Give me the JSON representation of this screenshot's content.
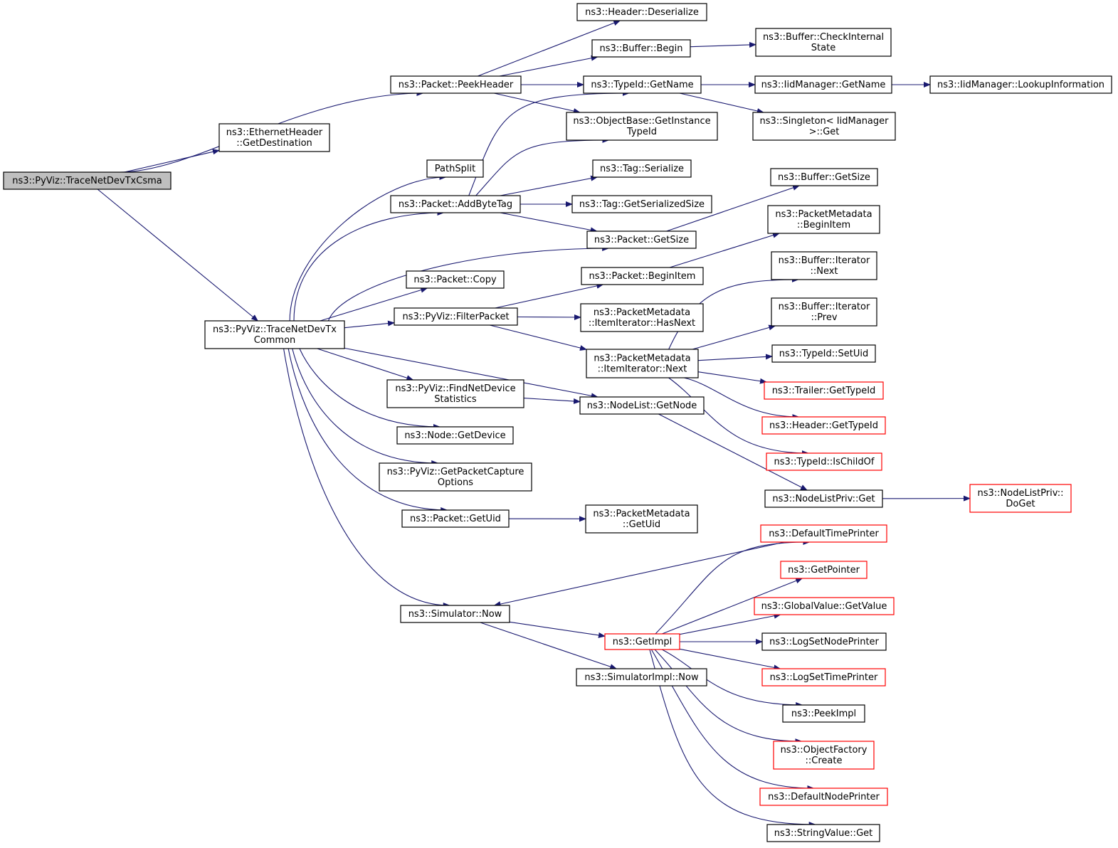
{
  "colors": {
    "edge": "#191970",
    "border_normal": "#000000",
    "border_truncated": "#ff0000",
    "focus_fill": "#bfbfbf",
    "node_fill": "#ffffff"
  },
  "nodes": [
    {
      "id": "root",
      "label": [
        "ns3::PyViz::TraceNetDevTxCsma"
      ],
      "style": "focus"
    },
    {
      "id": "ethGetDest",
      "label": [
        "ns3::EthernetHeader",
        "::GetDestination"
      ],
      "style": "normal"
    },
    {
      "id": "tntxCommon",
      "label": [
        "ns3::PyViz::TraceNetDevTx",
        "Common"
      ],
      "style": "normal"
    },
    {
      "id": "peekHeader",
      "label": [
        "ns3::Packet::PeekHeader"
      ],
      "style": "normal"
    },
    {
      "id": "hdrDeser",
      "label": [
        "ns3::Header::Deserialize"
      ],
      "style": "normal"
    },
    {
      "id": "bufBegin",
      "label": [
        "ns3::Buffer::Begin"
      ],
      "style": "normal"
    },
    {
      "id": "bufCheck",
      "label": [
        "ns3::Buffer::CheckInternal",
        "State"
      ],
      "style": "normal"
    },
    {
      "id": "typeGetName",
      "label": [
        "ns3::TypeId::GetName"
      ],
      "style": "normal"
    },
    {
      "id": "iidGetName",
      "label": [
        "ns3::IidManager::GetName"
      ],
      "style": "normal"
    },
    {
      "id": "iidLookup",
      "label": [
        "ns3::IidManager::LookupInformation"
      ],
      "style": "normal"
    },
    {
      "id": "objGetInst",
      "label": [
        "ns3::ObjectBase::GetInstance",
        "TypeId"
      ],
      "style": "normal"
    },
    {
      "id": "singletonGet",
      "label": [
        "ns3::Singleton< IidManager",
        " >::Get"
      ],
      "style": "normal"
    },
    {
      "id": "pathSplit",
      "label": [
        "PathSplit"
      ],
      "style": "normal"
    },
    {
      "id": "tagSer",
      "label": [
        "ns3::Tag::Serialize"
      ],
      "style": "normal"
    },
    {
      "id": "addByteTag",
      "label": [
        "ns3::Packet::AddByteTag"
      ],
      "style": "normal"
    },
    {
      "id": "tagGetSize",
      "label": [
        "ns3::Tag::GetSerializedSize"
      ],
      "style": "normal"
    },
    {
      "id": "bufGetSize",
      "label": [
        "ns3::Buffer::GetSize"
      ],
      "style": "normal"
    },
    {
      "id": "pktGetSize",
      "label": [
        "ns3::Packet::GetSize"
      ],
      "style": "normal"
    },
    {
      "id": "pmBeginItem",
      "label": [
        "ns3::PacketMetadata",
        "::BeginItem"
      ],
      "style": "normal"
    },
    {
      "id": "pktCopy",
      "label": [
        "ns3::Packet::Copy"
      ],
      "style": "normal"
    },
    {
      "id": "pktBeginItem",
      "label": [
        "ns3::Packet::BeginItem"
      ],
      "style": "normal"
    },
    {
      "id": "bufItNext",
      "label": [
        "ns3::Buffer::Iterator",
        "::Next"
      ],
      "style": "normal"
    },
    {
      "id": "filterPacket",
      "label": [
        "ns3::PyViz::FilterPacket"
      ],
      "style": "normal"
    },
    {
      "id": "pmItHasNext",
      "label": [
        "ns3::PacketMetadata",
        "::ItemIterator::HasNext"
      ],
      "style": "normal"
    },
    {
      "id": "bufItPrev",
      "label": [
        "ns3::Buffer::Iterator",
        "::Prev"
      ],
      "style": "normal"
    },
    {
      "id": "pmItNext",
      "label": [
        "ns3::PacketMetadata",
        "::ItemIterator::Next"
      ],
      "style": "normal"
    },
    {
      "id": "typeSetUid",
      "label": [
        "ns3::TypeId::SetUid"
      ],
      "style": "normal"
    },
    {
      "id": "trailerGetType",
      "label": [
        "ns3::Trailer::GetTypeId"
      ],
      "style": "truncated"
    },
    {
      "id": "findNetDev",
      "label": [
        "ns3::PyViz::FindNetDevice",
        "Statistics"
      ],
      "style": "normal"
    },
    {
      "id": "nodeListGetNode",
      "label": [
        "ns3::NodeList::GetNode"
      ],
      "style": "normal"
    },
    {
      "id": "headerGetType",
      "label": [
        "ns3::Header::GetTypeId"
      ],
      "style": "truncated"
    },
    {
      "id": "nodeGetDevice",
      "label": [
        "ns3::Node::GetDevice"
      ],
      "style": "normal"
    },
    {
      "id": "typeIsChild",
      "label": [
        "ns3::TypeId::IsChildOf"
      ],
      "style": "truncated"
    },
    {
      "id": "getPktCapture",
      "label": [
        "ns3::PyViz::GetPacketCapture",
        "Options"
      ],
      "style": "normal"
    },
    {
      "id": "nlPrivGet",
      "label": [
        "ns3::NodeListPriv::Get"
      ],
      "style": "normal"
    },
    {
      "id": "nlPrivDoGet",
      "label": [
        "ns3::NodeListPriv::",
        "DoGet"
      ],
      "style": "truncated"
    },
    {
      "id": "pktGetUid",
      "label": [
        "ns3::Packet::GetUid"
      ],
      "style": "normal"
    },
    {
      "id": "pmGetUid",
      "label": [
        "ns3::PacketMetadata",
        "::GetUid"
      ],
      "style": "normal"
    },
    {
      "id": "defTimePrinter",
      "label": [
        "ns3::DefaultTimePrinter"
      ],
      "style": "truncated"
    },
    {
      "id": "getPointer",
      "label": [
        "ns3::GetPointer"
      ],
      "style": "truncated"
    },
    {
      "id": "gvGetValue",
      "label": [
        "ns3::GlobalValue::GetValue"
      ],
      "style": "truncated"
    },
    {
      "id": "simNow",
      "label": [
        "ns3::Simulator::Now"
      ],
      "style": "normal"
    },
    {
      "id": "getImpl",
      "label": [
        "ns3::GetImpl"
      ],
      "style": "truncated"
    },
    {
      "id": "logSetNode",
      "label": [
        "ns3::LogSetNodePrinter"
      ],
      "style": "normal"
    },
    {
      "id": "simImplNow",
      "label": [
        "ns3::SimulatorImpl::Now"
      ],
      "style": "normal"
    },
    {
      "id": "logSetTime",
      "label": [
        "ns3::LogSetTimePrinter"
      ],
      "style": "truncated"
    },
    {
      "id": "peekImpl",
      "label": [
        "ns3::PeekImpl"
      ],
      "style": "normal"
    },
    {
      "id": "objFacCreate",
      "label": [
        "ns3::ObjectFactory",
        "::Create"
      ],
      "style": "truncated"
    },
    {
      "id": "defNodePrinter",
      "label": [
        "ns3::DefaultNodePrinter"
      ],
      "style": "truncated"
    },
    {
      "id": "strValGet",
      "label": [
        "ns3::StringValue::Get"
      ],
      "style": "normal"
    }
  ],
  "edges": [
    {
      "from": "root",
      "to": "ethGetDest"
    },
    {
      "from": "root",
      "to": "peekHeader"
    },
    {
      "from": "root",
      "to": "tntxCommon"
    },
    {
      "from": "peekHeader",
      "to": "hdrDeser"
    },
    {
      "from": "peekHeader",
      "to": "bufBegin"
    },
    {
      "from": "peekHeader",
      "to": "typeGetName"
    },
    {
      "from": "peekHeader",
      "to": "objGetInst"
    },
    {
      "from": "bufBegin",
      "to": "bufCheck"
    },
    {
      "from": "typeGetName",
      "to": "iidGetName"
    },
    {
      "from": "typeGetName",
      "to": "singletonGet"
    },
    {
      "from": "iidGetName",
      "to": "iidLookup"
    },
    {
      "from": "tntxCommon",
      "to": "pathSplit"
    },
    {
      "from": "tntxCommon",
      "to": "addByteTag"
    },
    {
      "from": "tntxCommon",
      "to": "pktGetSize"
    },
    {
      "from": "tntxCommon",
      "to": "pktCopy"
    },
    {
      "from": "tntxCommon",
      "to": "filterPacket"
    },
    {
      "from": "tntxCommon",
      "to": "nodeListGetNode"
    },
    {
      "from": "tntxCommon",
      "to": "findNetDev"
    },
    {
      "from": "tntxCommon",
      "to": "nodeGetDevice"
    },
    {
      "from": "tntxCommon",
      "to": "getPktCapture"
    },
    {
      "from": "tntxCommon",
      "to": "pktGetUid"
    },
    {
      "from": "tntxCommon",
      "to": "simNow"
    },
    {
      "from": "addByteTag",
      "to": "typeGetName"
    },
    {
      "from": "addByteTag",
      "to": "objGetInst"
    },
    {
      "from": "addByteTag",
      "to": "tagSer"
    },
    {
      "from": "addByteTag",
      "to": "tagGetSize"
    },
    {
      "from": "addByteTag",
      "to": "pktGetSize"
    },
    {
      "from": "pktGetSize",
      "to": "bufGetSize"
    },
    {
      "from": "filterPacket",
      "to": "pktBeginItem"
    },
    {
      "from": "filterPacket",
      "to": "pmItHasNext"
    },
    {
      "from": "filterPacket",
      "to": "pmItNext"
    },
    {
      "from": "pktBeginItem",
      "to": "pmBeginItem"
    },
    {
      "from": "pmItNext",
      "to": "bufItNext"
    },
    {
      "from": "pmItNext",
      "to": "bufItPrev"
    },
    {
      "from": "pmItNext",
      "to": "typeSetUid"
    },
    {
      "from": "pmItNext",
      "to": "trailerGetType"
    },
    {
      "from": "pmItNext",
      "to": "headerGetType"
    },
    {
      "from": "pmItNext",
      "to": "typeIsChild"
    },
    {
      "from": "findNetDev",
      "to": "nodeListGetNode"
    },
    {
      "from": "nodeListGetNode",
      "to": "nlPrivGet"
    },
    {
      "from": "nlPrivGet",
      "to": "nlPrivDoGet"
    },
    {
      "from": "pktGetUid",
      "to": "pmGetUid"
    },
    {
      "from": "simNow",
      "to": "getImpl"
    },
    {
      "from": "simNow",
      "to": "simImplNow"
    },
    {
      "from": "defTimePrinter",
      "to": "simNow"
    },
    {
      "from": "getImpl",
      "to": "defTimePrinter"
    },
    {
      "from": "getImpl",
      "to": "getPointer"
    },
    {
      "from": "getImpl",
      "to": "gvGetValue"
    },
    {
      "from": "getImpl",
      "to": "logSetNode"
    },
    {
      "from": "getImpl",
      "to": "logSetTime"
    },
    {
      "from": "getImpl",
      "to": "peekImpl"
    },
    {
      "from": "getImpl",
      "to": "objFacCreate"
    },
    {
      "from": "getImpl",
      "to": "defNodePrinter"
    },
    {
      "from": "getImpl",
      "to": "strValGet"
    }
  ]
}
